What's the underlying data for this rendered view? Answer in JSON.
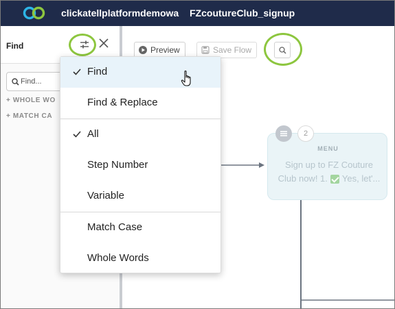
{
  "topbar": {
    "org_name": "clickatellplatformdemowa",
    "flow_name": "FZcoutureClub_signup",
    "background_color": "#1f2b4a",
    "logo_icon": "clickatell-logo-icon"
  },
  "find_panel": {
    "title": "Find",
    "filter_icon": "filter-sliders-icon",
    "close_icon": "close-icon",
    "search_placeholder": "Find...",
    "options": [
      "+ WHOLE WO",
      "+ MATCH CA"
    ]
  },
  "toolbar": {
    "preview_label": "Preview",
    "save_flow_label": "Save Flow",
    "search_icon": "search-icon"
  },
  "node": {
    "type_label": "MENU",
    "count": "2",
    "text_line1": "Sign up to FZ Couture",
    "text_line2_a": "Club now! 1.",
    "text_line2_b": "Yes, let'..."
  },
  "dropdown": {
    "sections": [
      [
        {
          "label": "Find",
          "checked": true,
          "hover": true
        },
        {
          "label": "Find & Replace",
          "checked": false
        }
      ],
      [
        {
          "label": "All",
          "checked": true
        },
        {
          "label": "Step Number",
          "checked": false
        },
        {
          "label": "Variable",
          "checked": false
        }
      ],
      [
        {
          "label": "Match Case",
          "checked": false
        },
        {
          "label": "Whole Words",
          "checked": false
        }
      ]
    ],
    "hover_color": "#e8f3fa"
  },
  "highlight_color": "#8dc63f"
}
